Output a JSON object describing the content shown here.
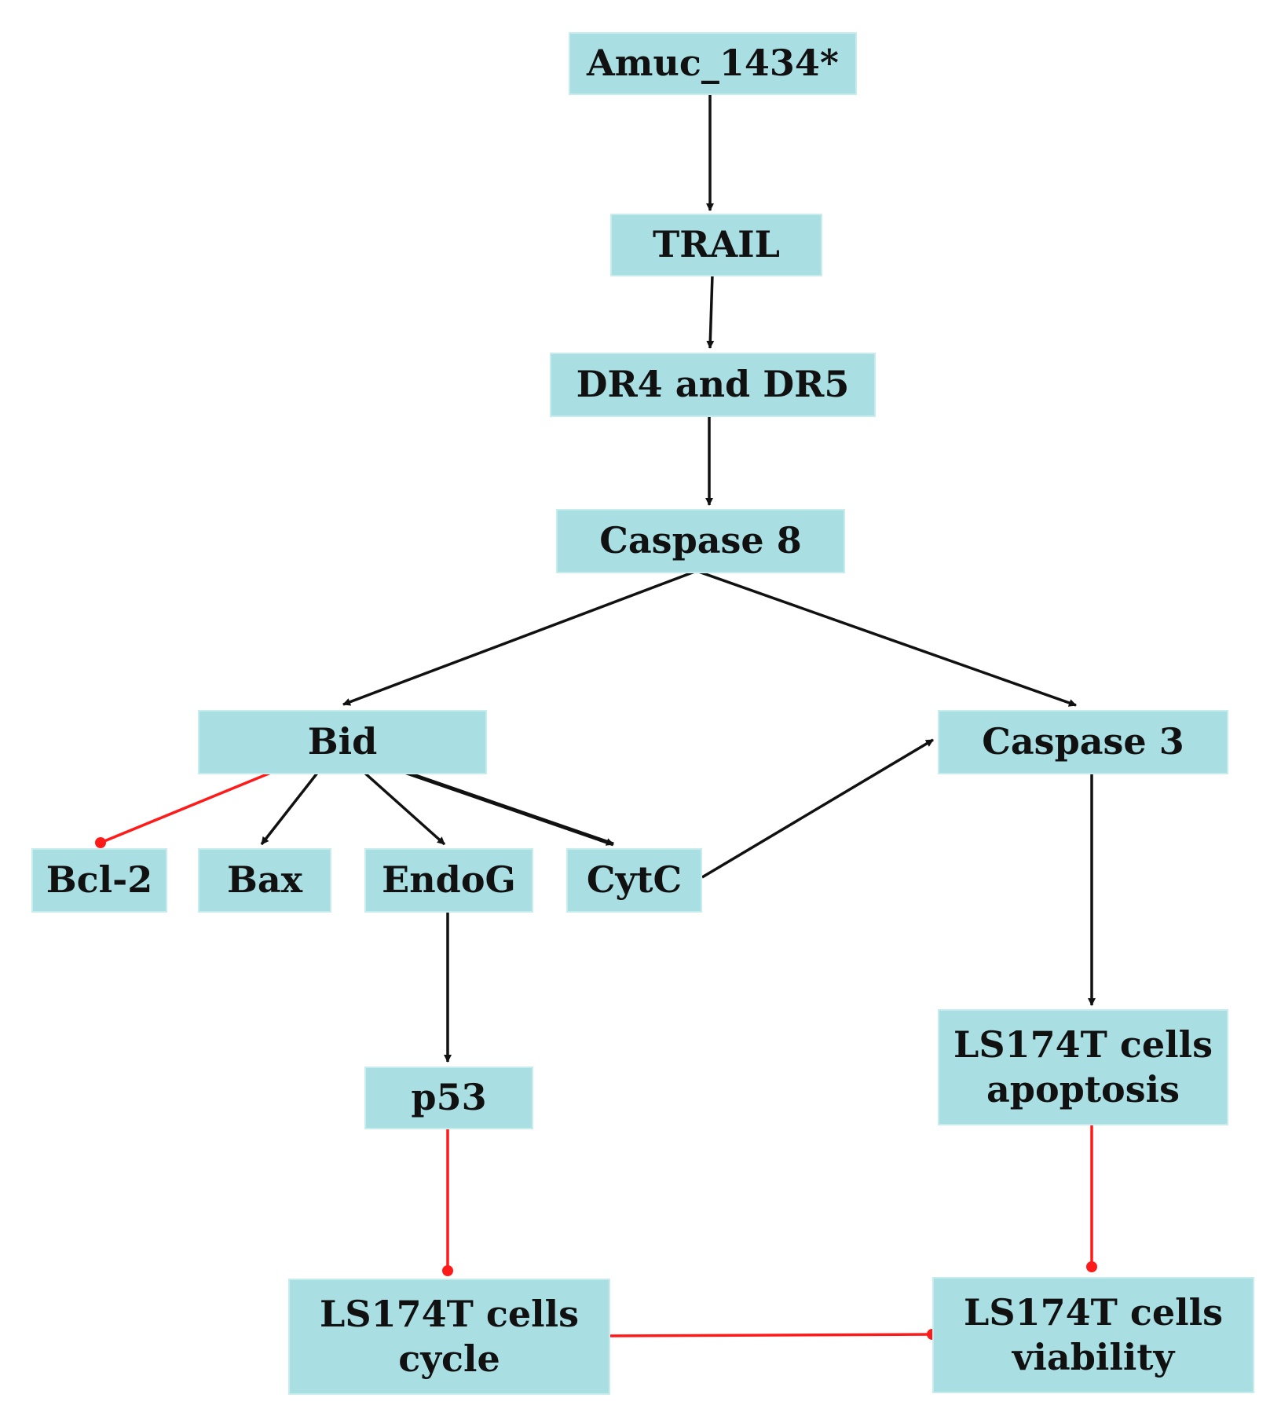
{
  "nodes": {
    "amuc": "Amuc_1434*",
    "trail": "TRAIL",
    "dr": "DR4 and DR5",
    "casp8": "Caspase 8",
    "bid": "Bid",
    "casp3": "Caspase 3",
    "bcl2": "Bcl-2",
    "bax": "Bax",
    "endog": "EndoG",
    "cytc": "CytC",
    "p53": "p53",
    "apoptosis": [
      "LS174T cells",
      "apoptosis"
    ],
    "cycle": [
      "LS174T cells",
      "cycle"
    ],
    "viability": [
      "LS174T cells",
      "viability"
    ]
  },
  "edges": [
    {
      "from": "amuc",
      "to": "trail",
      "type": "activation"
    },
    {
      "from": "trail",
      "to": "dr",
      "type": "activation"
    },
    {
      "from": "dr",
      "to": "casp8",
      "type": "activation"
    },
    {
      "from": "casp8",
      "to": "bid",
      "type": "activation"
    },
    {
      "from": "casp8",
      "to": "casp3",
      "type": "activation"
    },
    {
      "from": "bid",
      "to": "bcl2",
      "type": "inhibition"
    },
    {
      "from": "bid",
      "to": "bax",
      "type": "activation"
    },
    {
      "from": "bid",
      "to": "endog",
      "type": "activation"
    },
    {
      "from": "bid",
      "to": "cytc",
      "type": "activation"
    },
    {
      "from": "cytc",
      "to": "casp3",
      "type": "activation"
    },
    {
      "from": "endog",
      "to": "p53",
      "type": "activation"
    },
    {
      "from": "casp3",
      "to": "apoptosis",
      "type": "activation"
    },
    {
      "from": "p53",
      "to": "cycle",
      "type": "inhibition"
    },
    {
      "from": "apoptosis",
      "to": "viability",
      "type": "inhibition"
    },
    {
      "from": "cycle",
      "to": "viability",
      "type": "inhibition"
    }
  ],
  "colors": {
    "node_fill": "#a9dfe3",
    "node_border": "#c7ecee",
    "activation": "#111111",
    "inhibition": "#ff1a1a"
  }
}
